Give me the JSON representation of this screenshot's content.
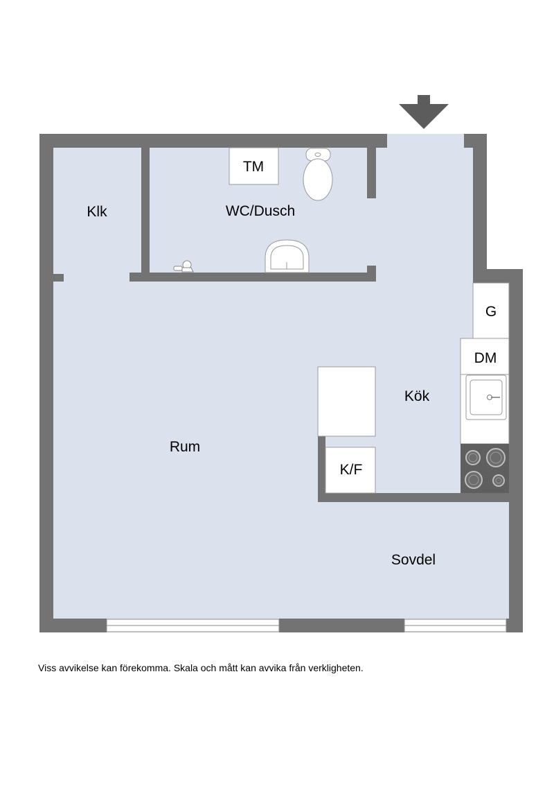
{
  "colors": {
    "floor": "#dce2ed",
    "wall": "#737373",
    "fixture_fill": "#ffffff",
    "fixture_stroke": "#9a9a9a",
    "stove": "#5f5f5f"
  },
  "rooms": {
    "klk": "Klk",
    "wc_dusch": "WC/Dusch",
    "rum": "Rum",
    "kok": "Kök",
    "sovdel": "Sovdel"
  },
  "fixtures": {
    "tm": "TM",
    "g": "G",
    "dm": "DM",
    "kf": "K/F"
  },
  "icons": {
    "entrance": "arrow-down-icon",
    "toilet": "toilet-icon",
    "sink": "sink-icon",
    "kitchen_sink": "kitchen-sink-icon",
    "stove": "stove-icon",
    "faucet": "faucet-icon"
  },
  "disclaimer": "Viss avvikelse kan förekomma. Skala och mått kan avvika från verkligheten."
}
